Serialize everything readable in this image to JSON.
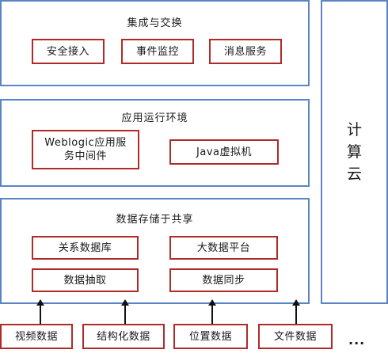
{
  "layers": [
    {
      "title": "集成与交换",
      "items": [
        "安全接入",
        "事件监控",
        "消息服务"
      ]
    },
    {
      "title": "应用运行环境",
      "items": [
        "Weblogic应用服\n务中间件",
        "Java虚拟机"
      ]
    },
    {
      "title": "数据存储于共享",
      "items": [
        "关系数据库",
        "大数据平台",
        "数据抽取",
        "数据同步"
      ]
    }
  ],
  "cloud": {
    "chars": [
      "计",
      "算",
      "云"
    ]
  },
  "sources": {
    "items": [
      "视频数据",
      "结构化数据",
      "位置数据",
      "文件数据"
    ],
    "more": "..."
  },
  "colors": {
    "panel_border": "#5b84c4",
    "box_border": "#b02a2a",
    "arrow": "#111111"
  }
}
